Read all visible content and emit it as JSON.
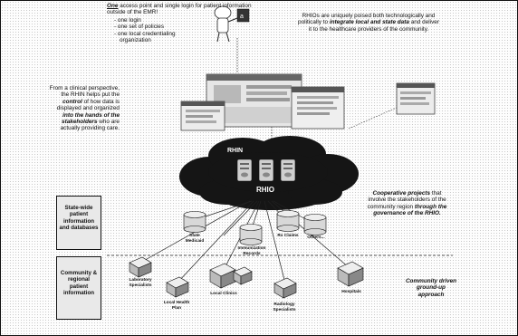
{
  "top_left": {
    "lead": "One",
    "intro": "access point and single login for patient information outside of the EMR!",
    "bullets": [
      "- one login",
      "- one set of policies",
      "- one local credentialing",
      "organization"
    ]
  },
  "top_right": {
    "pre": "RHIOs are uniquely poised both technologically and politically to",
    "emph": "integrate local and state data",
    "post": "and deliver it to the healthcare providers of the community."
  },
  "left_mid": {
    "pre": "From a clinical perspective, the RHIN helps put the",
    "emph1": "control",
    "mid1": "of how data is displayed and organized",
    "emph2": "into the hands of the stakeholders",
    "post": "who are actually providing care."
  },
  "cloud": {
    "rhin": "RHIN",
    "rhio": "RHIO"
  },
  "right_mid": {
    "emph1": "Cooperative projects",
    "mid": "that involve the stakeholders of the community region",
    "emph2": "through the governance of the RHIO."
  },
  "side_boxes": {
    "state": "State-wide patient information and databases",
    "community": "Community & regional patient information"
  },
  "databases": [
    "State Medicaid",
    "Immunization Records",
    "Rx Claims",
    "Others..."
  ],
  "sites": [
    "Laboratory Specialists",
    "Local Health Plan",
    "Local Clinics",
    "Radiology Specialists",
    "Hospitals"
  ],
  "bottom_right": "Community driven ground-up approach",
  "colors": {
    "cloud": "#151515",
    "server": "#cfcfcf",
    "frame": "#111111"
  }
}
